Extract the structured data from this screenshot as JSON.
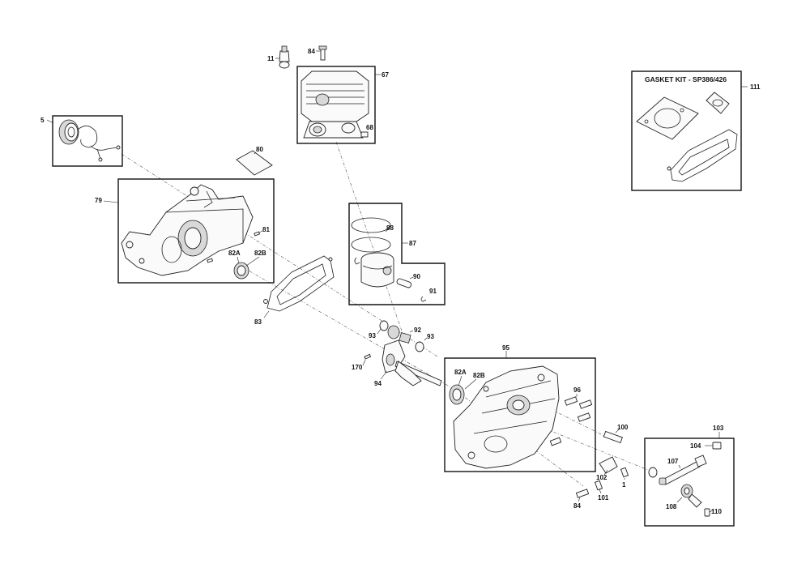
{
  "diagram": {
    "title_box": "GASKET KIT - SP386/426",
    "labels": {
      "p11": "11",
      "p84a": "84",
      "p67": "67",
      "p68": "68",
      "p5": "5",
      "p80": "80",
      "p79": "79",
      "p81": "81",
      "p82a_left": "82A",
      "p82b_left": "82B",
      "p83": "83",
      "p88": "88",
      "p87": "87",
      "p90": "90",
      "p91": "91",
      "p93a": "93",
      "p92": "92",
      "p93b": "93",
      "p170": "170",
      "p94": "94",
      "p95": "95",
      "p82a_right": "82A",
      "p82b_right": "82B",
      "p96": "96",
      "p100": "100",
      "p102": "102",
      "p1": "1",
      "p84b": "84",
      "p101": "101",
      "p111": "111",
      "p103": "103",
      "p104": "104",
      "p107": "107",
      "p108": "108",
      "p110": "110"
    }
  }
}
